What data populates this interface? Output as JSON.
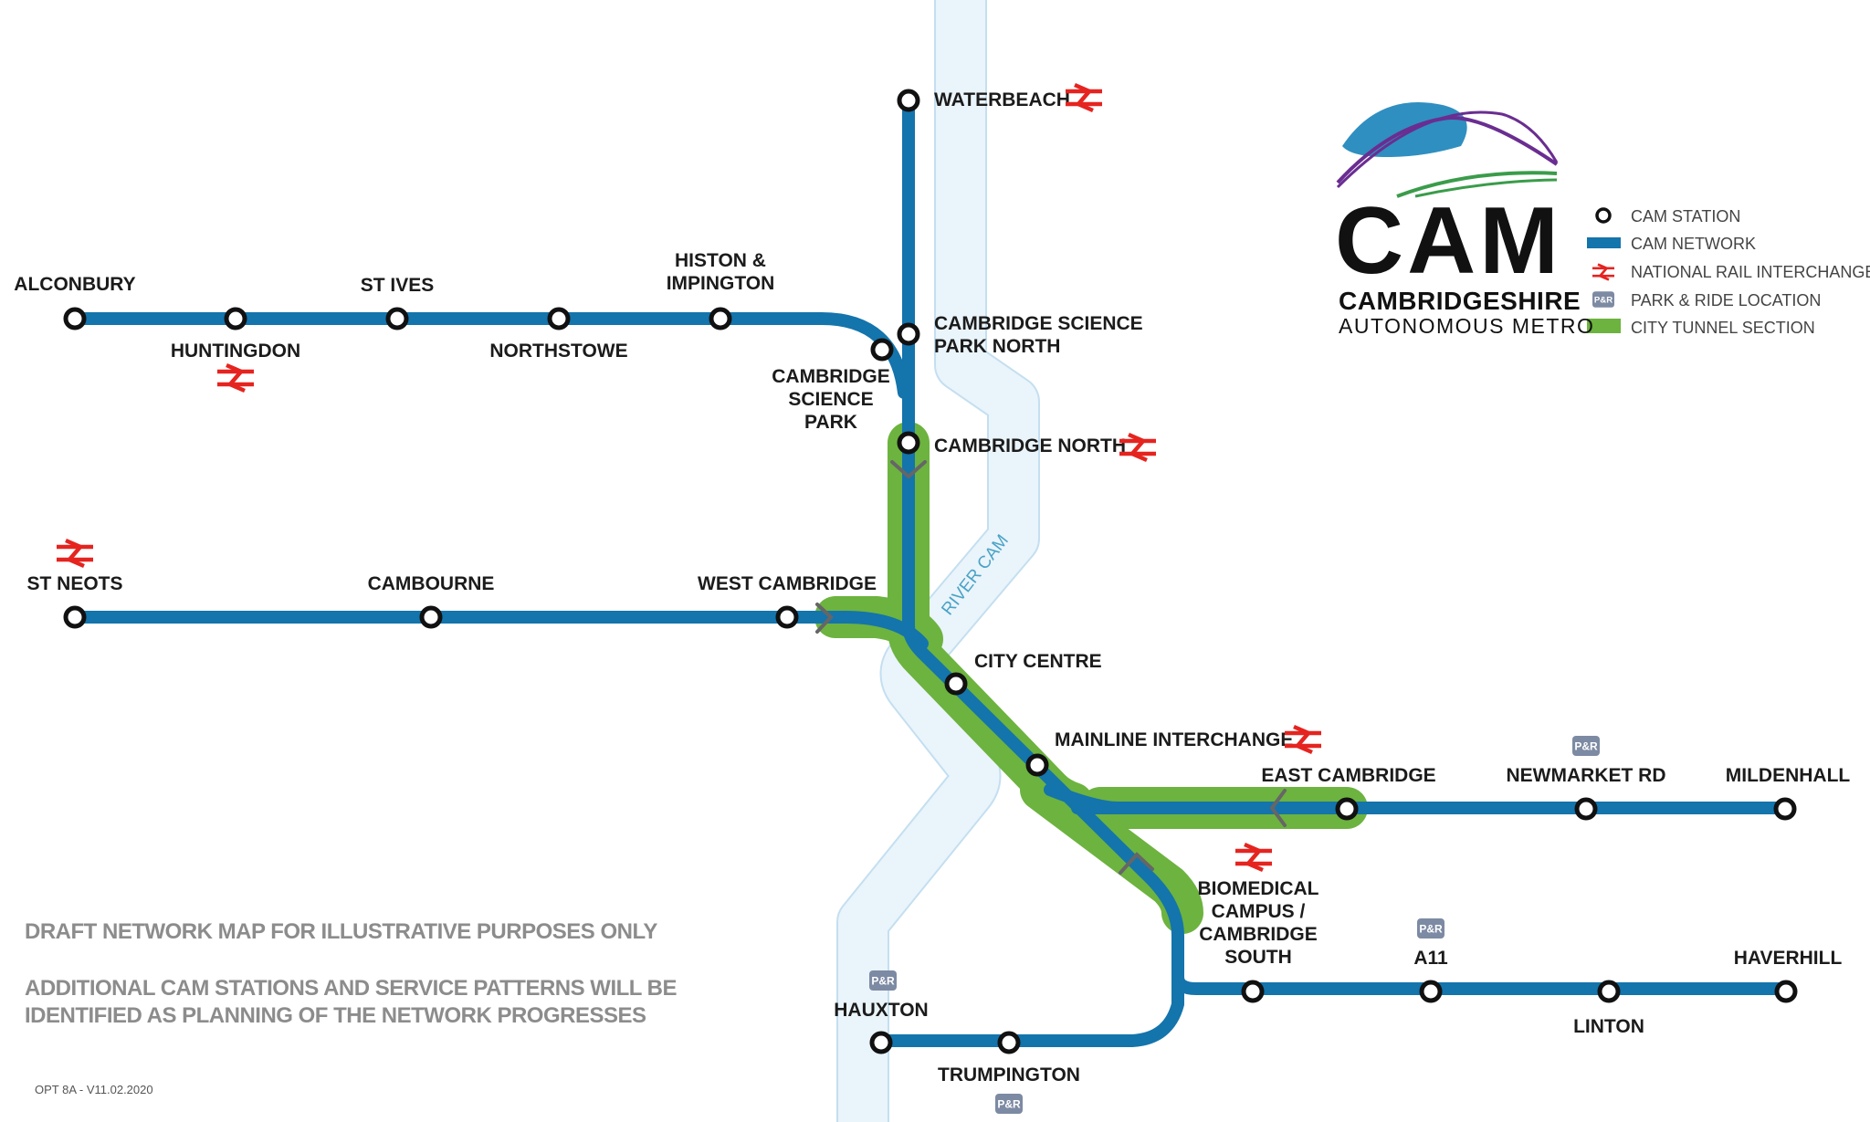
{
  "brand": {
    "name": "CAM",
    "county": "CAMBRIDGESHIRE",
    "subtitle": "AUTONOMOUS METRO"
  },
  "legend": [
    {
      "id": "cam-station",
      "label": "CAM STATION"
    },
    {
      "id": "cam-network",
      "label": "CAM NETWORK"
    },
    {
      "id": "national-rail",
      "label": "NATIONAL RAIL INTERCHANGE"
    },
    {
      "id": "park-ride",
      "label": "PARK & RIDE LOCATION"
    },
    {
      "id": "tunnel",
      "label": "CITY TUNNEL SECTION"
    }
  ],
  "river": {
    "label": "RIVER CAM"
  },
  "park_ride_badge": "P&R",
  "stations": [
    {
      "id": "waterbeach",
      "label": "WATERBEACH"
    },
    {
      "id": "alconbury",
      "label": "ALCONBURY"
    },
    {
      "id": "huntingdon",
      "label": "HUNTINGDON"
    },
    {
      "id": "st-ives",
      "label": "ST IVES"
    },
    {
      "id": "northstowe",
      "label": "NORTHSTOWE"
    },
    {
      "id": "histon",
      "label": "HISTON &\nIMPINGTON"
    },
    {
      "id": "science-park-north",
      "label": "CAMBRIDGE SCIENCE\nPARK NORTH"
    },
    {
      "id": "science-park",
      "label": "CAMBRIDGE\nSCIENCE\nPARK"
    },
    {
      "id": "cambridge-north",
      "label": "CAMBRIDGE NORTH"
    },
    {
      "id": "st-neots",
      "label": "ST NEOTS"
    },
    {
      "id": "cambourne",
      "label": "CAMBOURNE"
    },
    {
      "id": "west-cambridge",
      "label": "WEST CAMBRIDGE"
    },
    {
      "id": "city-centre",
      "label": "CITY CENTRE"
    },
    {
      "id": "mainline-interchange",
      "label": "MAINLINE INTERCHANGE"
    },
    {
      "id": "east-cambridge",
      "label": "EAST CAMBRIDGE"
    },
    {
      "id": "newmarket-rd",
      "label": "NEWMARKET RD"
    },
    {
      "id": "mildenhall",
      "label": "MILDENHALL"
    },
    {
      "id": "biomedical",
      "label": "BIOMEDICAL\nCAMPUS /\nCAMBRIDGE\nSOUTH"
    },
    {
      "id": "a11",
      "label": "A11"
    },
    {
      "id": "linton",
      "label": "LINTON"
    },
    {
      "id": "haverhill",
      "label": "HAVERHILL"
    },
    {
      "id": "hauxton",
      "label": "HAUXTON"
    },
    {
      "id": "trumpington",
      "label": "TRUMPINGTON"
    }
  ],
  "notes": {
    "line1": "DRAFT NETWORK MAP FOR ILLUSTRATIVE PURPOSES ONLY",
    "line2": "ADDITIONAL CAM STATIONS AND SERVICE PATTERNS WILL BE",
    "line3": "IDENTIFIED AS PLANNING OF THE NETWORK PROGRESSES"
  },
  "version": "OPT 8A - V11.02.2020",
  "colors": {
    "network": "#1474ac",
    "tunnel": "#6db33f",
    "river_fill": "#eaf4fb",
    "river_edge": "#c4dff0",
    "rail": "#e52420",
    "park_ride": "#7d8aa3",
    "logo_purple": "#6a2d91",
    "logo_green": "#3a9c4a",
    "logo_blue": "#2f8fc0"
  }
}
